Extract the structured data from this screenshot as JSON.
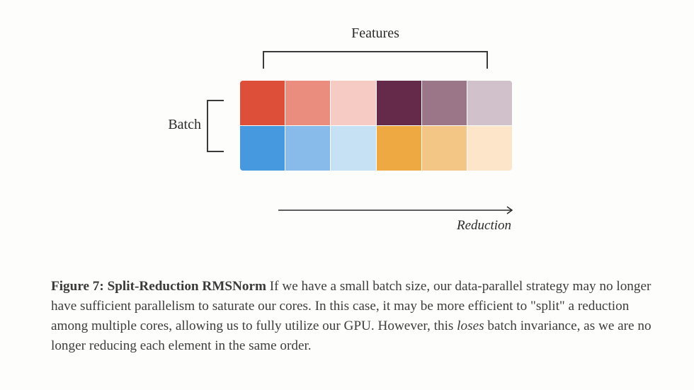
{
  "diagram": {
    "features_label": "Features",
    "batch_label": "Batch",
    "reduction_label": "Reduction",
    "rows": [
      {
        "name": "batch-row-1",
        "cells": [
          "#de4f39",
          "#ea8c7e",
          "#f6cbc3",
          "#652a4a",
          "#9a7688",
          "#d1c1ca"
        ]
      },
      {
        "name": "batch-row-2",
        "cells": [
          "#4699de",
          "#88bbe9",
          "#c7e1f4",
          "#eea942",
          "#f4c685",
          "#fce5c9"
        ]
      }
    ],
    "colors": {
      "bracket": "#3a3a3a",
      "arrow": "#2b2b2b",
      "background": "#fdfdfc"
    }
  },
  "caption": {
    "title": "Figure 7: Split-Reduction RMSNorm",
    "text_before_em": " If we have a small batch size, our data-parallel strategy may no longer have sufficient parallelism to saturate our cores. In this case, it may be more efficient to \"split\" a reduction among multiple cores, allowing us to fully utilize our GPU. However, this ",
    "em": "loses",
    "text_after_em": " batch invariance, as we are no longer reducing each element in the same order."
  }
}
